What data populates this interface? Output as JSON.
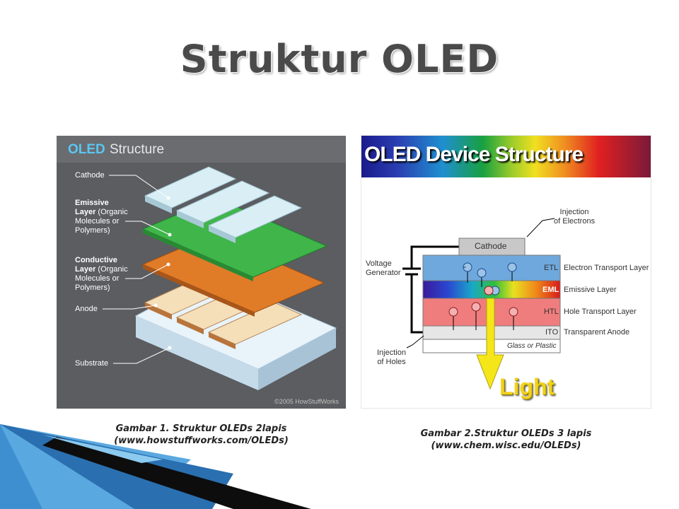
{
  "title": "Struktur OLED",
  "figure1": {
    "header_oled": "OLED",
    "header_structure": "Structure",
    "cathode": "Cathode",
    "emissive_bold1": "Emissive",
    "emissive_bold2": "Layer",
    "emissive_rest1": " (Organic",
    "emissive_rest2": "Molecules or",
    "emissive_rest3": "Polymers)",
    "conductive_bold1": "Conductive",
    "conductive_bold2": "Layer",
    "conductive_rest1": " (Organic",
    "conductive_rest2": "Molecules or",
    "conductive_rest3": "Polymers)",
    "anode": "Anode",
    "substrate": "Substrate",
    "copyright": "©2005 HowStuffWorks"
  },
  "figure2": {
    "banner": "OLED Device Structure",
    "injection_electrons_1": "Injection",
    "injection_electrons_2": "of Electrons",
    "voltage_1": "Voltage",
    "voltage_2": "Generator",
    "cathode": "Cathode",
    "etl": "ETL",
    "etl_name": "Electron Transport Layer",
    "eml": "EML",
    "eml_name": "Emissive Layer",
    "htl": "HTL",
    "htl_name": "Hole Transport Layer",
    "ito": "ITO",
    "ito_name": "Transparent Anode",
    "glass": "Glass or Plastic",
    "injection_holes_1": "Injection",
    "injection_holes_2": "of Holes",
    "light": "Light",
    "minus": "-",
    "plus": "+"
  },
  "captions": {
    "fig1_line1": "Gambar 1. Struktur OLEDs 2lapis",
    "fig1_line2": "(www.howstuffworks.com/OLEDs)",
    "fig2_line1": "Gambar 2.Struktur OLEDs 3 lapis",
    "fig2_line2": "(www.chem.wisc.edu/OLEDs)"
  },
  "colors": {
    "title": "#4a4a4a",
    "fig1_background": "#5b5d61",
    "cathode": "#cde9f2",
    "emissive": "#3fb54a",
    "conductive": "#e07b28",
    "anode": "#f3d9b0",
    "substrate": "#dfeef8",
    "etl": "#6fa8dc",
    "htl": "#f08080",
    "light_arrow": "#f5e61a",
    "decor_blue": "#2a7fc4"
  }
}
